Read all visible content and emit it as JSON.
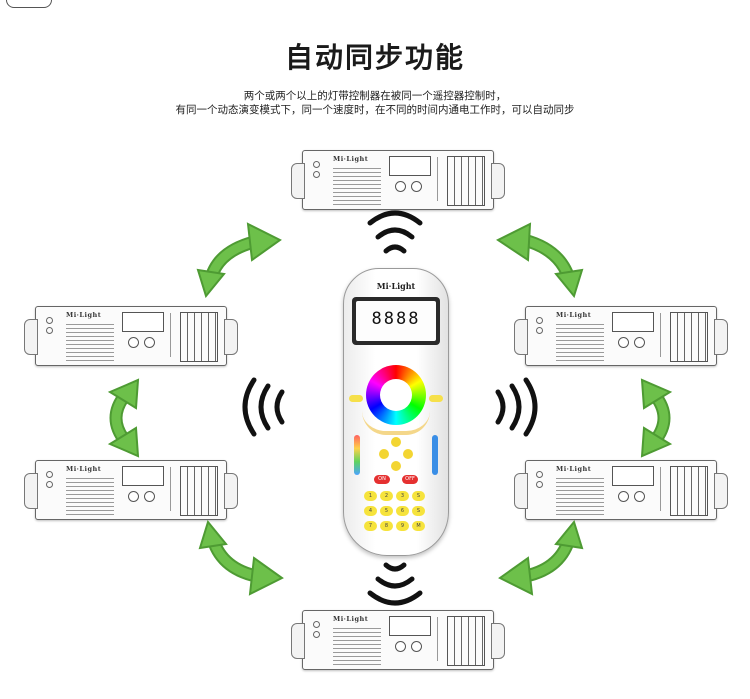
{
  "page": {
    "title": "自动同步功能",
    "subtitle_line1": "两个或两个以上的灯带控制器在被同一个遥控器控制时，",
    "subtitle_line2": "有同一个动态演变模式下，同一个速度时，在不同的时间内通电工作时，可以自动同步"
  },
  "controllers": {
    "brand": "Mi·Light"
  },
  "remote": {
    "brand": "Mi·Light",
    "display_digits": "8888",
    "buttons": {
      "on": "ON",
      "off": "OFF",
      "keys": [
        "1",
        "2",
        "3",
        "S",
        "4",
        "5",
        "6",
        "S",
        "7",
        "8",
        "9",
        "M"
      ]
    }
  },
  "colors": {
    "arrow_green": "#6dc04a",
    "arrow_green_dark": "#4e9b33",
    "wave": "#111111",
    "button_yellow": "#f6e33c",
    "button_red": "#e53030"
  }
}
